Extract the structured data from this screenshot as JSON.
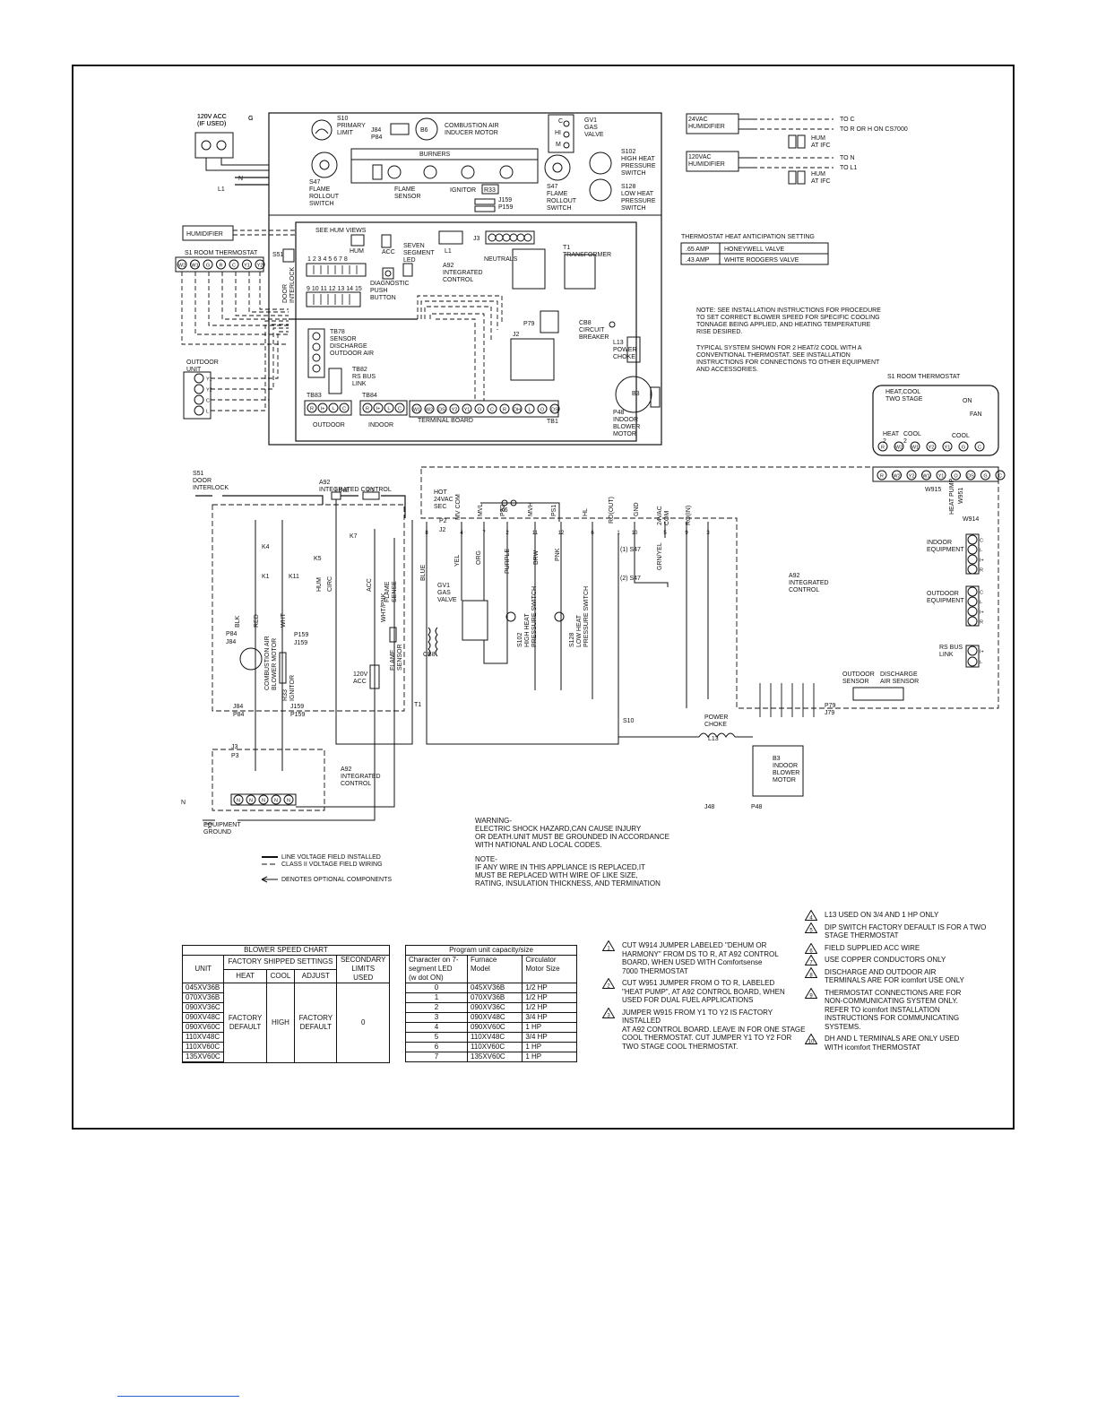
{
  "diagram": {
    "components": {
      "acc_120v": "120V ACC\n(IF USED)",
      "ground_g": "G",
      "s10": "S10\nPRIMARY\nLIMIT",
      "j84p84": "J84\nP84",
      "b6": "B6",
      "combustion_motor": "COMBUSTION AIR\nINDUCER MOTOR",
      "gv1_c": "C",
      "gv1_hi": "HI",
      "gv1_m": "M",
      "gv1": "GV1\nGAS\nVALVE",
      "burners": "BURNERS",
      "s47_top": "S47\nFLAME\nROLLOUT\nSWITCH",
      "flame_sensor": "FLAME\nSENSOR",
      "ignitor": "IGNITOR",
      "r33": "R33",
      "j159": "J159",
      "p159": "P159",
      "s47_mid": "S47\nFLAME\nROLLOUT\nSWITCH",
      "s102": "S102\nHIGH HEAT\nPRESSURE\nSWITCH",
      "s128": "S128\nLOW HEAT\nPRESSURE\nSWITCH",
      "n": "N",
      "l1": "L1",
      "humidifier": "HUMIDIFIER",
      "see_hum": "SEE HUM VIEWS",
      "hum": "HUM",
      "acc": "ACC",
      "seven_seg": "SEVEN\nSEGMENT\nLED",
      "l1_board": "L1",
      "j3": "J3",
      "neutrals": "NEUTRALS",
      "t1": "T1\nTRANSFORMER",
      "s1_thermostat": "S1 ROOM THERMOSTAT",
      "s51": "S51",
      "door_interlock": "DOOR\nINTERLOCK",
      "dip_top": "1  2  3  4  5  6  7  8",
      "dip_bottom": "9 10 11 12 13 14 15",
      "diag_button": "DIAGNOSTIC\nPUSH\nBUTTON",
      "a92": "A92\nINTEGRATED\nCONTROL",
      "p79": "P79",
      "cb8": "CB8\nCIRCUIT\nBREAKER",
      "l13": "L13\nPOWER\nCHOKE",
      "j2": "J2",
      "tb78": "TB78\nSENSOR\nDISCHARGE\nOUTDOOR AIR",
      "outdoor_unit": "OUTDOOR\nUNIT",
      "tb82": "TB82\nRS BUS\nLINK",
      "tb83": "TB83",
      "tb84": "TB84",
      "outdoor": "OUTDOOR",
      "indoor": "INDOOR",
      "terminal_board": "TERMINAL BOARD",
      "tb1": "TB1",
      "b3": "B3",
      "p48": "P48\nINDOOR\nBLOWER\nMOTOR",
      "j48": "J48",
      "hum24": "24VAC\nHUMIDIFIER",
      "to_c": "TO C",
      "to_r": "TO R OR H ON CS7000",
      "hum_at_ifc": "HUM\nAT IFC",
      "hum120": "120VAC\nHUMIDIFIER",
      "to_n": "TO N",
      "to_l1": "TO L1",
      "hum_at_ifc2": "HUM\nAT IFC",
      "heat_antic_title": "THERMOSTAT HEAT ANTICIPATION SETTING",
      "amp65": ".65 AMP",
      "honeywell": "HONEYWELL VALVE",
      "amp43": ".43 AMP",
      "white_rodgers": "WHITE RODGERS VALVE",
      "note_blower": "NOTE: SEE INSTALLATION INSTRUCTIONS FOR PROCEDURE\nTO SET CORRECT BLOWER SPEED FOR SPECIFIC COOLING\nTONNAGE BEING APPLIED, AND HEATING TEMPERATURE\nRISE DESIRED.",
      "note_typical": "TYPICAL SYSTEM SHOWN FOR 2 HEAT/2 COOL WITH A\nCONVENTIONAL THERMOSTAT. SEE INSTALLATION\nINSTRUCTIONS FOR CONNECTIONS TO OTHER EQUIPMENT\nAND ACCESSORIES.",
      "s1_room_right": "S1 ROOM THERMOSTAT",
      "heat_cool": "HEAT,COOL\nTWO STAGE",
      "on": "ON",
      "fan": "FAN",
      "heat2": "HEAT\n2",
      "cool2": "COOL\n2",
      "cool": "COOL",
      "s51_lower": "S51\nDOOR\nINTERLOCK",
      "a92_lower": "A92\nINTEGRATED CONTROL",
      "line": "LINE",
      "l1_lower": "L1",
      "k7": "K7",
      "k4": "K4",
      "k1": "K1",
      "k11": "K11",
      "k5": "K5",
      "hum_lower": "HUM",
      "circ": "CIRC",
      "acc_lower": "ACC",
      "flame_sense": "FLAME\nSENSE",
      "blk": "BLK",
      "red": "RED",
      "wht": "WHT",
      "p159b": "P159",
      "j159b": "J159",
      "p84": "P84",
      "j84": "J84",
      "combustion_blower": "COMBUSTION AIR\nBLOWER MOTOR",
      "r33_ignitor": "R33\nIGNITOR",
      "j84b": "J84",
      "p84b": "P84",
      "j159c": "J159",
      "p159c": "P159",
      "j3_lower": "J3",
      "p3_lower": "P3",
      "wht_p": "WHT/PNK",
      "flame_sensor_lower": "FLAME\nSENSOR",
      "acc120_lower": "120V\nACC",
      "hot24": "HOT\n24VAC\nSEC",
      "p2": "P2",
      "j2_lower": "J2",
      "mv_com": "MV COM",
      "mvl": "MVL",
      "ps2": "PS2",
      "k6": "K6",
      "mvh": "MVH",
      "ps1": "PS1",
      "hl": "HL",
      "ro_out": "RO(OUT)",
      "gnd": "GND",
      "com24": "24VAC\nCOM",
      "ro_in": "RO(IN)",
      "gv1_lower": "GV1\nGAS\nVALVE",
      "cb8_lower": "CB8",
      "yel": "YEL",
      "org": "ORG",
      "purple": "PURPLE",
      "brw": "BRW",
      "pink": "PNK",
      "s102_lower": "S102\nHIGH HEAT\nPRESSURE SWITCH",
      "s128_lower": "S128\nLOW HEAT\nPRESSURE SWITCH",
      "s47_1": "(1) S47",
      "s47_2": "(2) S47",
      "grn_yel": "GRN/YEL",
      "a92_right": "A92\nINTEGRATED\nCONTROL",
      "indoor_equipment": "INDOOR\nEQUIPMENT",
      "outdoor_equipment": "OUTDOOR\nEQUIPMENT",
      "rs_bus": "RS BUS\nLINK",
      "outdoor_sensor": "OUTDOOR\nSENSOR",
      "discharge_sensor": "DISCHARGE\nAIR SENSOR",
      "t1_lower": "T1",
      "blue": "BLUE",
      "s10_lower": "S10",
      "p79_lower": "P79",
      "j79": "J79",
      "power_choke": "POWER\nCHOKE",
      "l13_lower": "L13",
      "b3_lower": "B3\nINDOOR\nBLOWER\nMOTOR",
      "j48_lower": "J48",
      "p48_lower": "P48",
      "n_lower": "N",
      "equipment_ground": "EQUIPMENT\nGROUND",
      "a92_bottom": "A92\nINTEGRATED\nCONTROL",
      "w915": "W915",
      "w951": "W951",
      "w914": "W914",
      "heat_pump": "HEAT PUMP"
    },
    "warning": "WARNING-\nELECTRIC SHOCK HAZARD,CAN CAUSE INJURY\nOR DEATH.UNIT MUST BE GROUNDED IN ACCORDANCE\nWITH NATIONAL AND LOCAL CODES.",
    "note_replace": "NOTE-\nIF ANY WIRE IN THIS APPLIANCE IS REPLACED,IT\nMUST BE REPLACED WITH WIRE OF LIKE SIZE,\nRATING, INSULATION THICKNESS, AND TERMINATION",
    "legend": {
      "line_voltage": "LINE VOLTAGE FIELD INSTALLED",
      "class2": "CLASS II VOLTAGE FIELD WIRING",
      "optional": "DENOTES OPTIONAL COMPONENTS"
    }
  },
  "blower_table": {
    "title": "BLOWER SPEED CHART",
    "group_header": "FACTORY SHIPPED SETTINGS",
    "col_unit": "UNIT",
    "col_heat": "HEAT",
    "col_cool": "COOL",
    "col_adjust": "ADJUST",
    "col_secondary": "SECONDARY\nLIMITS\nUSED",
    "units": [
      "045XV36B",
      "070XV36B",
      "090XV36C",
      "090XV48C",
      "090XV60C",
      "110XV48C",
      "110XV60C",
      "135XV60C"
    ],
    "heat": "FACTORY\nDEFAULT",
    "cool": "HIGH",
    "adjust": "FACTORY\nDEFAULT",
    "secondary": "0"
  },
  "program_table": {
    "title": "Program unit capacity/size",
    "col_char": "Character on 7-\nsegment LED\n(w dot ON)",
    "col_model": "Furnace\nModel",
    "col_motor": "Circulator\nMotor Size",
    "rows": [
      {
        "char": "0",
        "model": "045XV36B",
        "motor": "1/2 HP"
      },
      {
        "char": "1",
        "model": "070XV36B",
        "motor": "1/2 HP"
      },
      {
        "char": "2",
        "model": "090XV36C",
        "motor": "1/2 HP"
      },
      {
        "char": "3",
        "model": "090XV48C",
        "motor": "3/4 HP"
      },
      {
        "char": "4",
        "model": "090XV60C",
        "motor": "1 HP"
      },
      {
        "char": "5",
        "model": "110XV48C",
        "motor": "3/4 HP"
      },
      {
        "char": "6",
        "model": "110XV60C",
        "motor": "1 HP"
      },
      {
        "char": "7",
        "model": "135XV60C",
        "motor": "1 HP"
      }
    ]
  },
  "notes_left": [
    {
      "num": "1",
      "text": "CUT W914 JUMPER LABELED \"DEHUM OR\nHARMONY\" FROM DS TO R, AT A92 CONTROL\nBOARD, WHEN USED WITH Comfortsense\n7000 THERMOSTAT"
    },
    {
      "num": "2",
      "text": "CUT W951 JUMPER FROM O TO R, LABELED\n\"HEAT PUMP\", AT A92 CONTROL BOARD, WHEN\nUSED FOR DUAL FUEL APPLICATIONS"
    },
    {
      "num": "3",
      "text": "JUMPER W915 FROM Y1 TO Y2 IS FACTORY INSTALLED\nAT A92 CONTROL BOARD. LEAVE IN FOR ONE STAGE\nCOOL THERMOSTAT. CUT JUMPER Y1 TO Y2 FOR\nTWO STAGE COOL THERMOSTAT."
    }
  ],
  "notes_right": [
    {
      "num": "4",
      "text": "L13 USED ON 3/4 AND 1 HP ONLY"
    },
    {
      "num": "5",
      "text": "DIP SWITCH FACTORY DEFAULT IS FOR A TWO\nSTAGE THERMOSTAT"
    },
    {
      "num": "6",
      "text": "FIELD SUPPLIED ACC WIRE"
    },
    {
      "num": "7",
      "text": "USE COPPER CONDUCTORS ONLY"
    },
    {
      "num": "8",
      "text": "DISCHARGE AND OUTDOOR AIR\nTERMINALS ARE FOR icomfort USE ONLY"
    },
    {
      "num": "9",
      "text": "THERMOSTAT CONNECTIONS ARE FOR\nNON-COMMUNICATING SYSTEM ONLY.\nREFER TO icomfort INSTALLATION\nINSTRUCTIONS FOR COMMUNICATING\nSYSTEMS."
    },
    {
      "num": "10",
      "text": "DH AND L TERMINALS ARE ONLY USED\nWITH icomfort THERMOSTAT"
    }
  ],
  "terminals": {
    "thermostat_left": [
      "W2",
      "W1",
      "G",
      "R",
      "C",
      "Y1",
      "Y2"
    ],
    "outdoor_unit": [
      "Y1",
      "Y2",
      "C",
      "L"
    ],
    "tb83": [
      "R",
      "I+",
      "I-",
      "C"
    ],
    "tb84": [
      "R",
      "I+",
      "I-",
      "C"
    ],
    "tb1": [
      "W1",
      "W2",
      "DS",
      "Y2",
      "Y1",
      "G",
      "C",
      "R",
      "DH",
      "L",
      "O",
      "DS"
    ],
    "thermostat_right_top": [
      "R",
      "W2",
      "W1",
      "Y2",
      "Y1",
      "G",
      "C"
    ],
    "thermostat_right_row": [
      "R",
      "W2",
      "Y2",
      "W1",
      "Y1",
      "O",
      "DS",
      "G",
      "C"
    ],
    "indoor_equipment": [
      "C",
      "I-",
      "I+",
      "R"
    ],
    "outdoor_equipment": [
      "C",
      "I-",
      "I+",
      "R"
    ],
    "rs_bus": [
      "I+",
      "I-"
    ],
    "a92_bottom": [
      "N",
      "N",
      "N",
      "N",
      "N"
    ],
    "j2_pins": [
      "8",
      "4",
      "7",
      "2",
      "11",
      "12",
      "6",
      "1",
      "10",
      "5",
      "9",
      "3"
    ]
  }
}
